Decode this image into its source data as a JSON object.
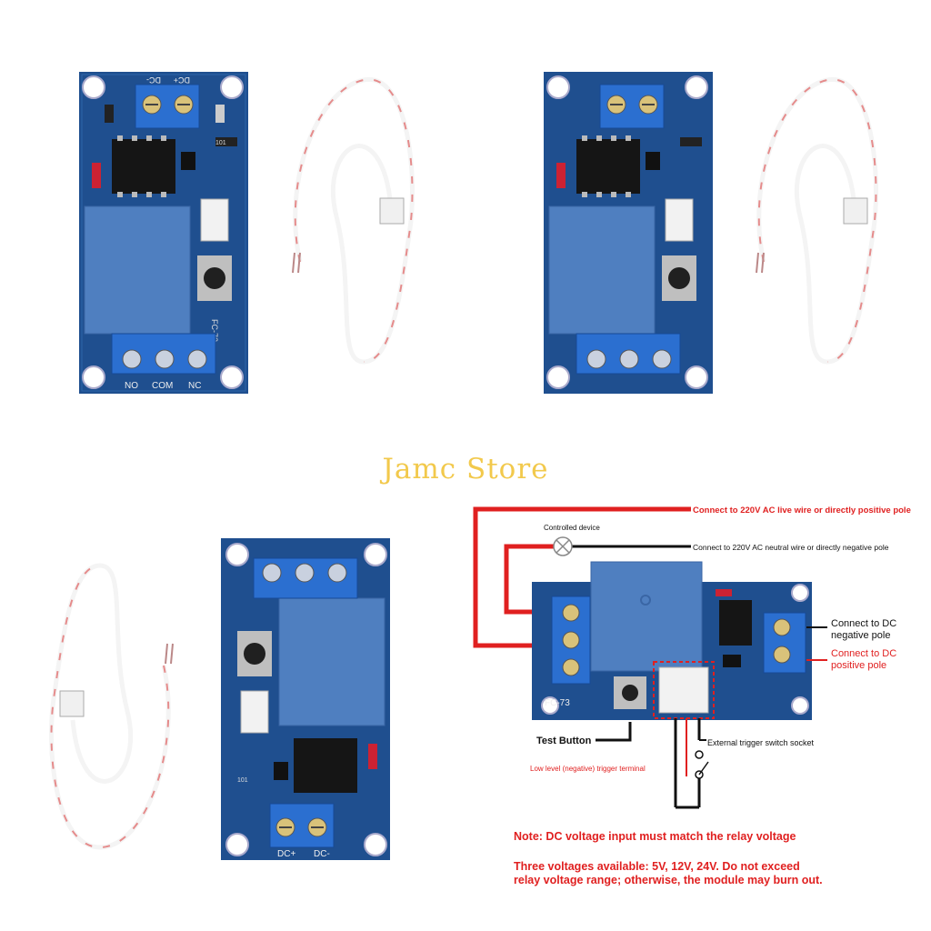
{
  "store_name": "Jamc Store",
  "board": {
    "input_labels": [
      "DC-",
      "DC+"
    ],
    "output_labels": [
      "NO",
      "COM",
      "NC"
    ],
    "model": "FC-73",
    "resistor_code": "101"
  },
  "diagram": {
    "callouts": {
      "live": "Connect to 220V AC live wire or directly positive pole",
      "device": "Controlled device",
      "neutral": "Connect to 220V AC neutral wire or directly negative pole",
      "dc_negative": "Connect to DC\nnegative pole",
      "dc_positive": "Connect to DC\npositive pole",
      "test_button": "Test Button",
      "external_socket": "External trigger switch socket",
      "low_level": "Low level (negative) trigger terminal"
    },
    "note_1": "Note: DC voltage input must match the relay voltage",
    "note_2": "Three voltages available: 5V, 12V, 24V. Do not exceed\nrelay voltage range; otherwise, the module may burn out."
  },
  "colors": {
    "pcb": "#1f4f8f",
    "relay": "#4f7fc0",
    "terminal": "#2b6fd0",
    "wire_red": "#e02020",
    "wire_white": "#f4f4f4",
    "store_text": "#f2c94c"
  }
}
